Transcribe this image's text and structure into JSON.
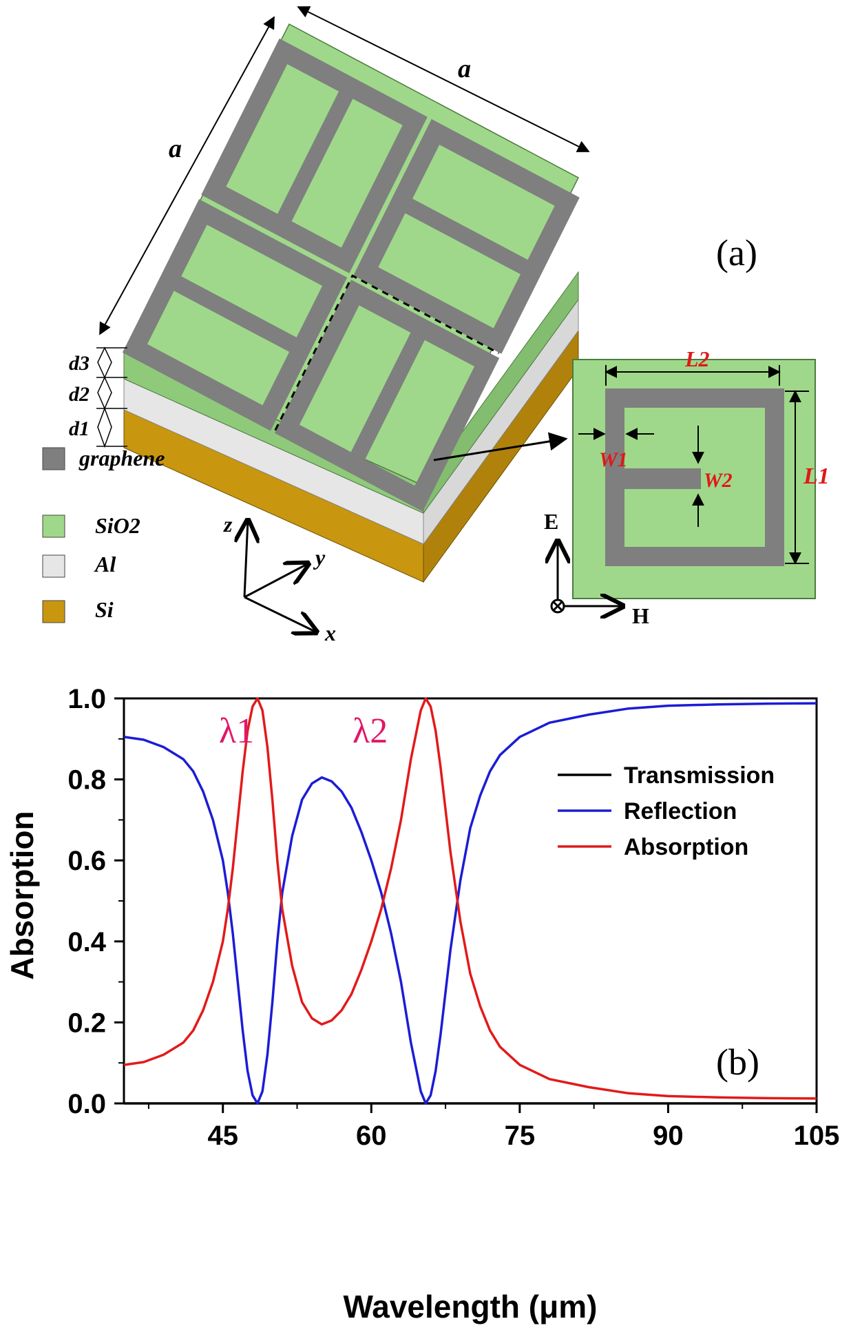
{
  "colors": {
    "sio2": "#9fd88a",
    "sio2_side": "#8fca7a",
    "graphene": "#7f7f7f",
    "al": "#e6e6e6",
    "si_top": "#c9960f",
    "si_side": "#b0820c",
    "red_label": "#e01818",
    "transmission": "#000000",
    "reflection": "#1c1cd6",
    "absorption": "#e21a1a"
  },
  "panel_a": {
    "label": "(a)",
    "period_label_1": "a",
    "period_label_2": "a",
    "thickness_labels": [
      "d3",
      "d2",
      "d1"
    ],
    "legend": [
      {
        "label": "graphene",
        "swatch": "graphene"
      },
      {
        "label": "SiO2",
        "swatch": "sio2"
      },
      {
        "label": "Al",
        "swatch": "al"
      },
      {
        "label": "Si",
        "swatch": "si_top"
      }
    ],
    "axes": {
      "z": "z",
      "y": "y",
      "x": "x"
    },
    "unit_cell": {
      "L2": "L2",
      "L1": "L1",
      "W1": "W1",
      "W2": "W2",
      "E": "E",
      "H": "H"
    }
  },
  "panel_b": {
    "label": "(b)",
    "peak_labels": [
      "λ1",
      "λ2"
    ]
  },
  "chart_data": {
    "type": "line",
    "xlabel": "Wavelength (μm)",
    "ylabel": "Absorption",
    "xlim": [
      35,
      105
    ],
    "ylim": [
      0,
      1.0
    ],
    "xticks": [
      "45",
      "60",
      "75",
      "90",
      "105"
    ],
    "yticks": [
      "0.0",
      "0.2",
      "0.4",
      "0.6",
      "0.8",
      "1.0"
    ],
    "legend_position": "top-right",
    "series": [
      {
        "name": "Transmission",
        "color": "#000000",
        "x": [
          35,
          45,
          55,
          65,
          75,
          85,
          95,
          105
        ],
        "y": [
          0,
          0,
          0,
          0,
          0,
          0,
          0,
          0
        ]
      },
      {
        "name": "Reflection",
        "color": "#1c1cd6",
        "x": [
          35,
          37,
          39,
          41,
          42,
          43,
          44,
          45,
          45.5,
          46,
          46.5,
          47,
          47.5,
          48,
          48.5,
          49,
          49.5,
          50,
          50.5,
          51,
          52,
          53,
          54,
          55,
          56,
          57,
          58,
          59,
          60,
          61,
          62,
          63,
          64,
          65,
          65.5,
          66,
          66.5,
          67,
          68,
          69,
          70,
          71,
          72,
          73,
          75,
          78,
          82,
          86,
          90,
          95,
          100,
          105
        ],
        "y": [
          0.905,
          0.898,
          0.88,
          0.85,
          0.82,
          0.77,
          0.7,
          0.6,
          0.52,
          0.42,
          0.3,
          0.18,
          0.08,
          0.02,
          0.0,
          0.03,
          0.12,
          0.25,
          0.4,
          0.52,
          0.66,
          0.75,
          0.79,
          0.805,
          0.795,
          0.77,
          0.73,
          0.67,
          0.6,
          0.52,
          0.42,
          0.3,
          0.15,
          0.03,
          0.0,
          0.02,
          0.08,
          0.17,
          0.38,
          0.55,
          0.68,
          0.76,
          0.82,
          0.86,
          0.905,
          0.94,
          0.96,
          0.975,
          0.982,
          0.985,
          0.987,
          0.988
        ]
      },
      {
        "name": "Absorption",
        "color": "#e21a1a",
        "x": [
          35,
          37,
          39,
          41,
          42,
          43,
          44,
          45,
          45.5,
          46,
          46.5,
          47,
          47.5,
          48,
          48.5,
          49,
          49.5,
          50,
          50.5,
          51,
          52,
          53,
          54,
          55,
          56,
          57,
          58,
          59,
          60,
          61,
          62,
          63,
          64,
          65,
          65.5,
          66,
          66.5,
          67,
          68,
          69,
          70,
          71,
          72,
          73,
          75,
          78,
          82,
          86,
          90,
          95,
          100,
          105
        ],
        "y": [
          0.095,
          0.102,
          0.12,
          0.15,
          0.18,
          0.23,
          0.3,
          0.4,
          0.48,
          0.58,
          0.7,
          0.82,
          0.92,
          0.98,
          1.0,
          0.97,
          0.88,
          0.75,
          0.6,
          0.48,
          0.34,
          0.25,
          0.21,
          0.195,
          0.205,
          0.23,
          0.27,
          0.33,
          0.4,
          0.48,
          0.58,
          0.7,
          0.85,
          0.97,
          1.0,
          0.98,
          0.92,
          0.83,
          0.62,
          0.45,
          0.32,
          0.24,
          0.18,
          0.14,
          0.095,
          0.06,
          0.04,
          0.025,
          0.018,
          0.015,
          0.013,
          0.012
        ]
      }
    ]
  }
}
